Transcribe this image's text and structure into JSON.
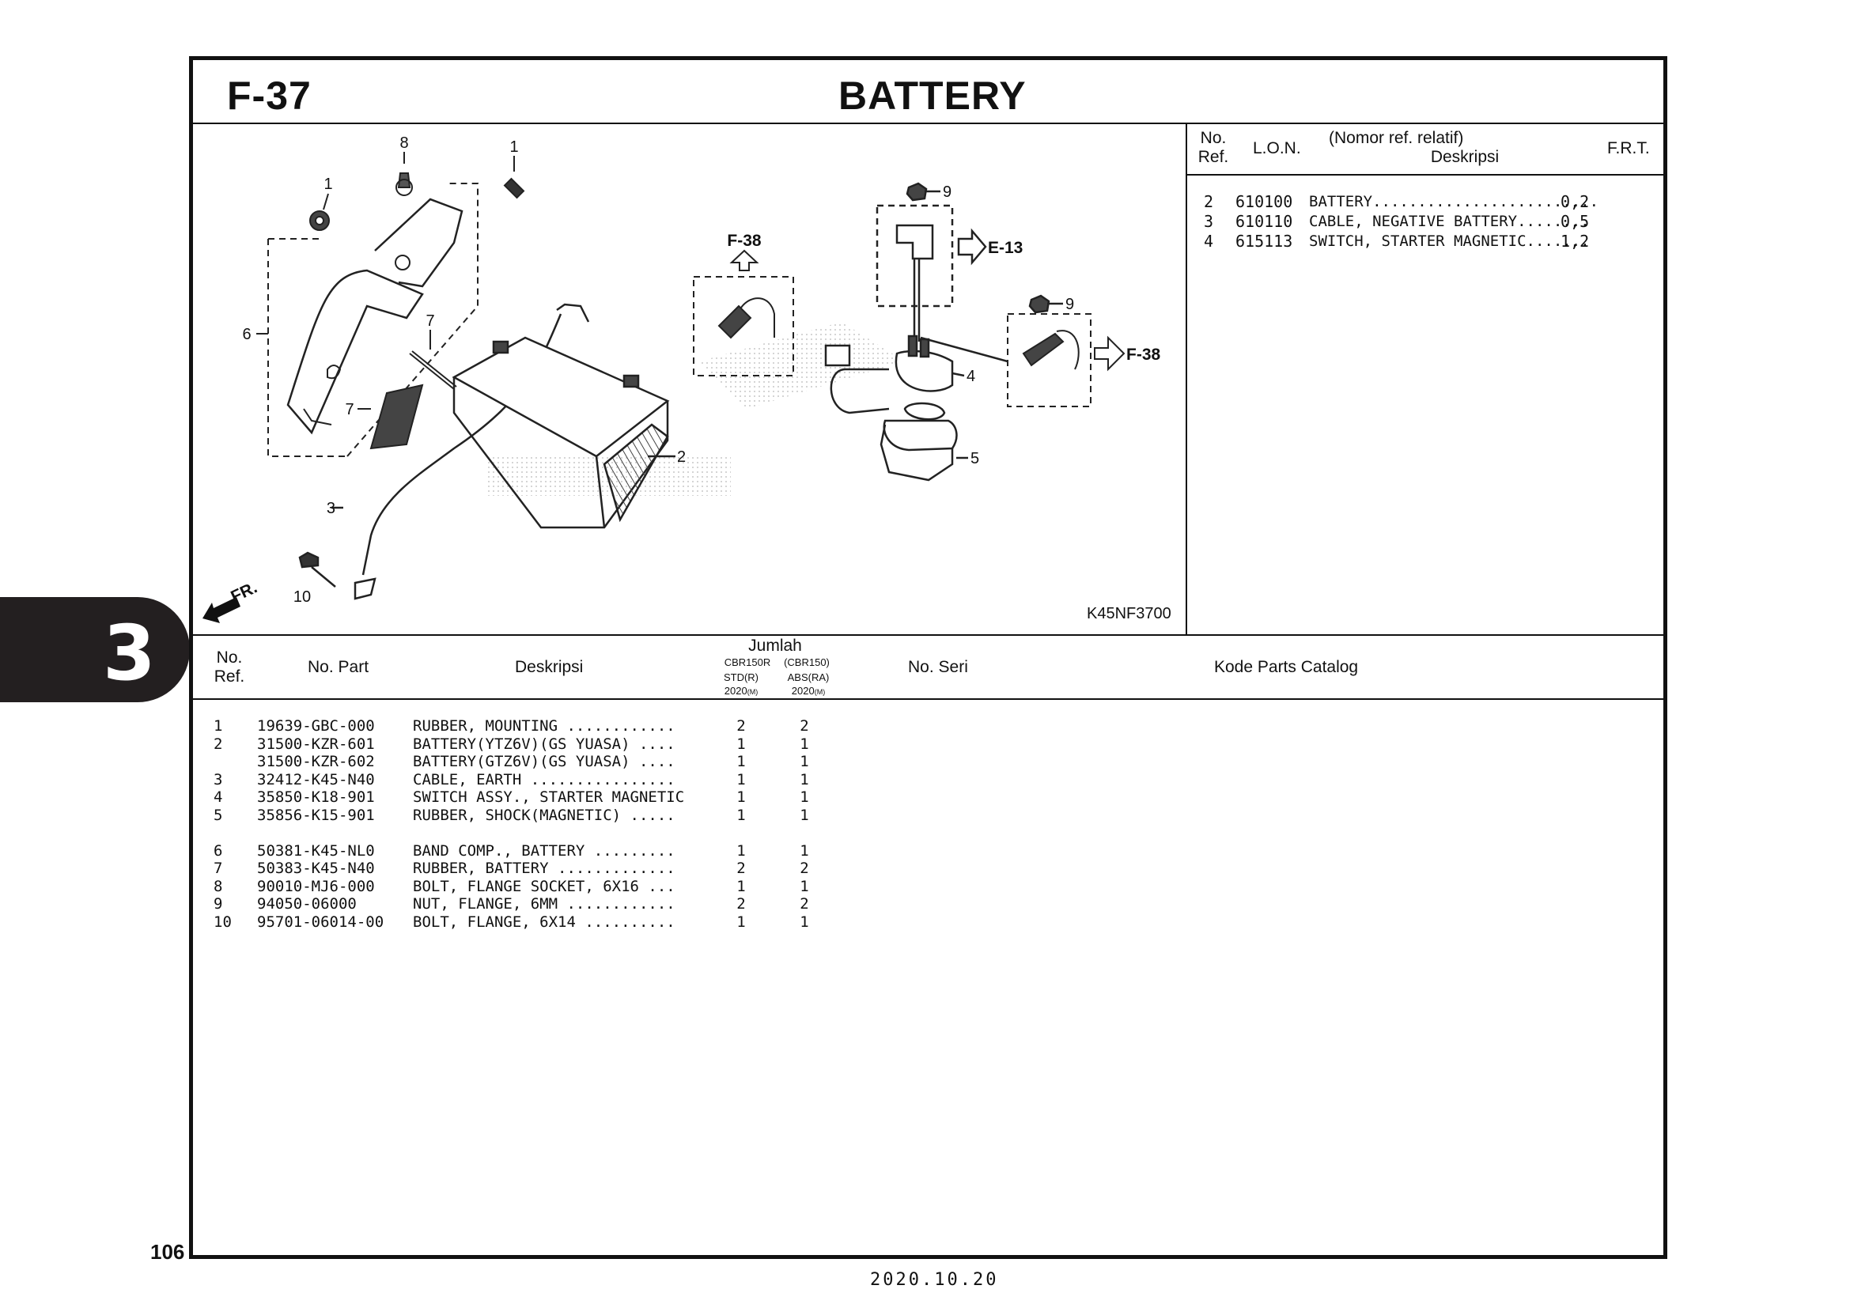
{
  "page": {
    "figure_code": "F-37",
    "title": "BATTERY",
    "chapter_number": "3",
    "page_number": "106",
    "print_date": "2020.10.20"
  },
  "diagram": {
    "illustration_code": "K45NF3700",
    "front_label": "FR.",
    "xrefs": [
      "F-38",
      "E-13",
      "F-38"
    ],
    "callouts": [
      "8",
      "1",
      "1",
      "6",
      "7",
      "7",
      "3",
      "10",
      "2",
      "9",
      "9",
      "4",
      "5"
    ]
  },
  "frt_table": {
    "headers": {
      "ref_line1": "No.",
      "ref_line2": "Ref.",
      "lon": "L.O.N.",
      "desc_line1": "(Nomor ref. relatif)",
      "desc_line2": "Deskripsi",
      "frt": "F.R.T."
    },
    "rows": [
      {
        "ref": "2",
        "lon": "610100",
        "desc": "BATTERY.........................",
        "frt": "0,2"
      },
      {
        "ref": "3",
        "lon": "610110",
        "desc": "CABLE, NEGATIVE BATTERY........",
        "frt": "0,5"
      },
      {
        "ref": "4",
        "lon": "615113",
        "desc": "SWITCH, STARTER MAGNETIC.......",
        "frt": "1,2"
      }
    ]
  },
  "parts_table": {
    "headers": {
      "ref_line1": "No.",
      "ref_line2": "Ref.",
      "part_no": "No. Part",
      "desc": "Deskripsi",
      "qty": "Jumlah",
      "model_std": "CBR150R",
      "model_abs": "(CBR150)",
      "type_std": "STD(R)",
      "type_abs": "ABS(RA)",
      "year_std": "2020",
      "year_std_suffix": "(M)",
      "year_abs": "2020",
      "year_abs_suffix": "(M)",
      "serial": "No. Seri",
      "catalog": "Kode Parts Catalog"
    },
    "rows": [
      {
        "ref": "1",
        "part_no": "19639-GBC-000",
        "desc": "RUBBER, MOUNTING ............",
        "std": "2",
        "abs": "2"
      },
      {
        "ref": "2",
        "part_no": "31500-KZR-601",
        "desc": "BATTERY(YTZ6V)(GS YUASA) ....",
        "std": "1",
        "abs": "1"
      },
      {
        "ref": "",
        "part_no": "31500-KZR-602",
        "desc": "BATTERY(GTZ6V)(GS YUASA) ....",
        "std": "1",
        "abs": "1"
      },
      {
        "ref": "3",
        "part_no": "32412-K45-N40",
        "desc": "CABLE, EARTH ................",
        "std": "1",
        "abs": "1"
      },
      {
        "ref": "4",
        "part_no": "35850-K18-901",
        "desc": "SWITCH ASSY., STARTER MAGNETIC",
        "std": "1",
        "abs": "1"
      },
      {
        "ref": "5",
        "part_no": "35856-K15-901",
        "desc": "RUBBER, SHOCK(MAGNETIC) .....",
        "std": "1",
        "abs": "1"
      },
      {
        "ref": "",
        "part_no": "",
        "desc": "",
        "std": "",
        "abs": ""
      },
      {
        "ref": "6",
        "part_no": "50381-K45-NL0",
        "desc": "BAND COMP., BATTERY .........",
        "std": "1",
        "abs": "1"
      },
      {
        "ref": "7",
        "part_no": "50383-K45-N40",
        "desc": "RUBBER, BATTERY .............",
        "std": "2",
        "abs": "2"
      },
      {
        "ref": "8",
        "part_no": "90010-MJ6-000",
        "desc": "BOLT, FLANGE SOCKET, 6X16 ...",
        "std": "1",
        "abs": "1"
      },
      {
        "ref": "9",
        "part_no": "94050-06000",
        "desc": "NUT, FLANGE, 6MM ............",
        "std": "2",
        "abs": "2"
      },
      {
        "ref": "10",
        "part_no": "95701-06014-00",
        "desc": "BOLT, FLANGE, 6X14 ..........",
        "std": "1",
        "abs": "1"
      }
    ]
  }
}
